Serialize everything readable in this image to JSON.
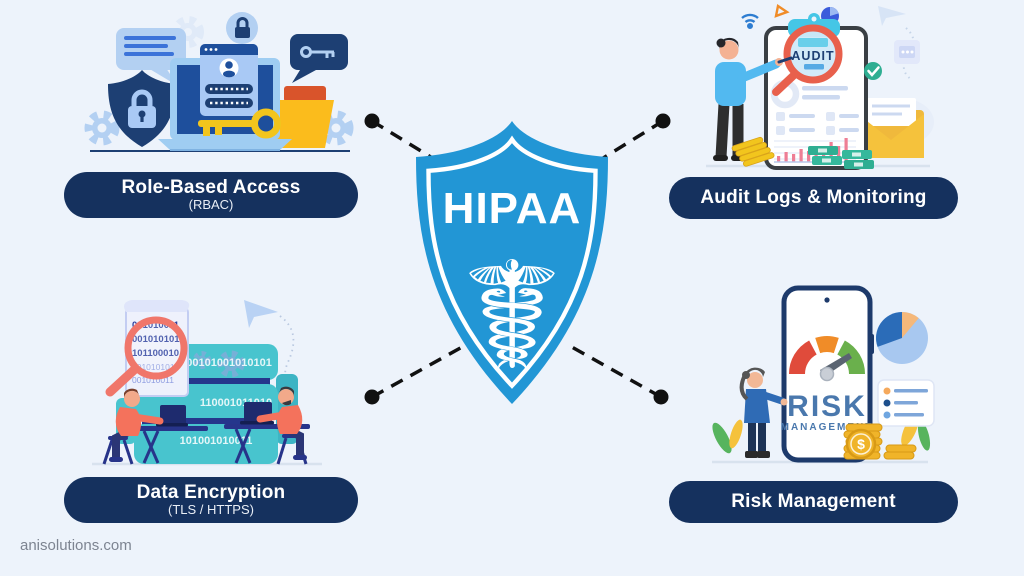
{
  "page": {
    "watermark": "anisolutions.com",
    "background_color": "#edf3fb"
  },
  "center": {
    "shield_label": "HIPAA",
    "caduceus_glyph": "☤",
    "shield_color": "#2296d5"
  },
  "features": [
    {
      "id": "role-based-access",
      "title": "Role-Based Access",
      "subtitle": "(RBAC)",
      "position": "top-left"
    },
    {
      "id": "audit-logs-monitoring",
      "title": "Audit Logs &  Monitoring",
      "subtitle": "",
      "position": "top-right"
    },
    {
      "id": "data-encryption",
      "title": "Data Encryption",
      "subtitle": "(TLS / HTTPS)",
      "position": "bottom-left"
    },
    {
      "id": "risk-management",
      "title": "Risk Management",
      "subtitle": "",
      "position": "bottom-right"
    }
  ],
  "illustrations": {
    "audit": {
      "magnifier_text": "AUDIT"
    },
    "risk": {
      "title": "RISK",
      "subtitle": "MANAGEMENT",
      "coin_symbol": "$"
    },
    "encryption": {
      "scroll_binary_1": "001010011",
      "scroll_binary_2": "001010101",
      "scroll_binary_3": "101100010",
      "bg_binary_1": "100101001010101",
      "bg_binary_2": "110001011010",
      "bg_binary_3": "101001010011"
    }
  },
  "colors": {
    "pill_navy": "#15315e",
    "shield_blue": "#2296d5",
    "connector_black": "#111111",
    "coral": "#f0766a",
    "teal_server": "#48c4ce",
    "gold": "#f2c51d",
    "green_check": "#2fae92"
  }
}
